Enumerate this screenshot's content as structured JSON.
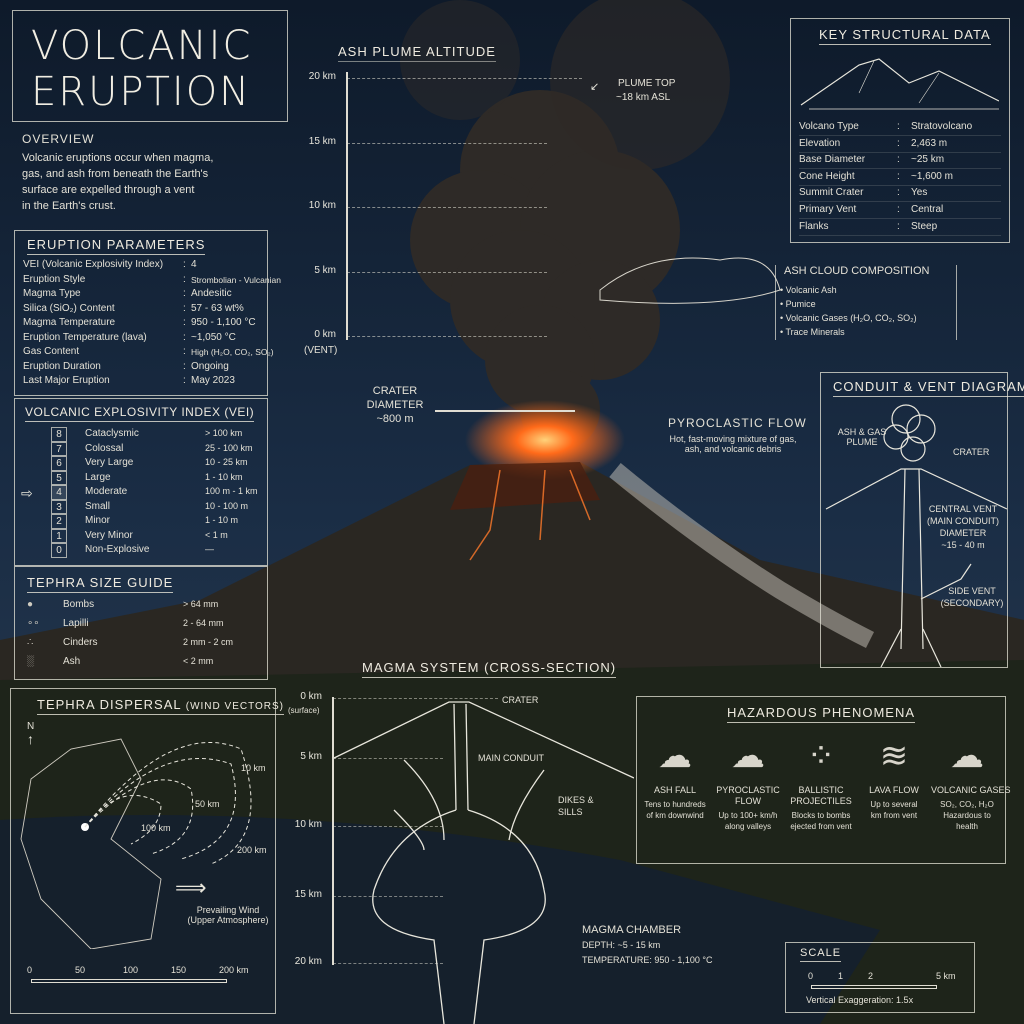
{
  "title": {
    "line1": "VOLCANIC",
    "line2": "ERUPTION"
  },
  "overview": {
    "heading": "OVERVIEW",
    "text": [
      "Volcanic eruptions occur when magma,",
      "gas, and ash from beneath the Earth's",
      "surface are expelled through a vent",
      "in the Earth's crust."
    ]
  },
  "eruption_parameters": {
    "heading": "ERUPTION PARAMETERS",
    "rows": [
      {
        "label": "VEI (Volcanic Explosivity Index)",
        "value": "4"
      },
      {
        "label": "Eruption Style",
        "value": "Strombolian - Vulcanian"
      },
      {
        "label": "Magma Type",
        "value": "Andesitic"
      },
      {
        "label": "Silica (SiO₂) Content",
        "value": "57 - 63 wt%"
      },
      {
        "label": "Magma Temperature",
        "value": "950 - 1,100 °C"
      },
      {
        "label": "Eruption Temperature (lava)",
        "value": "~1,050 °C"
      },
      {
        "label": "Gas Content",
        "value": "High (H₂O, CO₂, SO₂)"
      },
      {
        "label": "Eruption Duration",
        "value": "Ongoing"
      },
      {
        "label": "Last Major Eruption",
        "value": "May 2023"
      }
    ]
  },
  "vei": {
    "heading": "VOLCANIC EXPLOSIVITY INDEX (VEI)",
    "current": 4,
    "rows": [
      {
        "n": "8",
        "name": "Cataclysmic",
        "value": "> 100 km"
      },
      {
        "n": "7",
        "name": "Colossal",
        "value": "25 - 100 km"
      },
      {
        "n": "6",
        "name": "Very Large",
        "value": "10 - 25 km"
      },
      {
        "n": "5",
        "name": "Large",
        "value": "1 - 10 km"
      },
      {
        "n": "4",
        "name": "Moderate",
        "value": "100 m - 1 km"
      },
      {
        "n": "3",
        "name": "Small",
        "value": "10 - 100 m"
      },
      {
        "n": "2",
        "name": "Minor",
        "value": "1 - 10 m"
      },
      {
        "n": "1",
        "name": "Very Minor",
        "value": "< 1 m"
      },
      {
        "n": "0",
        "name": "Non-Explosive",
        "value": "—"
      }
    ]
  },
  "tephra": {
    "heading": "TEPHRA SIZE GUIDE",
    "rows": [
      {
        "name": "Bombs",
        "value": "> 64 mm"
      },
      {
        "name": "Lapilli",
        "value": "2 - 64 mm"
      },
      {
        "name": "Cinders",
        "value": "2 mm - 2 cm"
      },
      {
        "name": "Ash",
        "value": "< 2 mm"
      }
    ]
  },
  "plume": {
    "heading": "ASH PLUME ALTITUDE",
    "ticks": [
      "20 km",
      "15 km",
      "10 km",
      "5 km",
      "0 km"
    ],
    "vent": "(VENT)",
    "top_label": "PLUME TOP",
    "top_value": "~18 km ASL"
  },
  "crater": {
    "label1": "CRATER",
    "label2": "DIAMETER",
    "value": "~800 m"
  },
  "pyroclastic": {
    "heading": "PYROCLASTIC FLOW",
    "text": [
      "Hot, fast-moving mixture of gas,",
      "ash, and volcanic debris"
    ]
  },
  "structural": {
    "heading": "KEY STRUCTURAL DATA",
    "rows": [
      {
        "label": "Volcano Type",
        "value": "Stratovolcano"
      },
      {
        "label": "Elevation",
        "value": "2,463 m"
      },
      {
        "label": "Base Diameter",
        "value": "~25 km"
      },
      {
        "label": "Cone Height",
        "value": "~1,600 m"
      },
      {
        "label": "Summit Crater",
        "value": "Yes"
      },
      {
        "label": "Primary Vent",
        "value": "Central"
      },
      {
        "label": "Flanks",
        "value": "Steep"
      }
    ]
  },
  "ash_cloud": {
    "heading": "ASH CLOUD COMPOSITION",
    "items": [
      "Volcanic Ash",
      "Pumice",
      "Volcanic Gases (H₂O, CO₂, SO₂)",
      "Trace Minerals"
    ]
  },
  "conduit": {
    "heading": "CONDUIT & VENT DIAGRAM",
    "plume": [
      "ASH & GAS",
      "PLUME"
    ],
    "crater": "CRATER",
    "central": [
      "CENTRAL VENT",
      "(MAIN CONDUIT)",
      "DIAMETER",
      "~15 - 40 m"
    ],
    "side": [
      "SIDE VENT",
      "(SECONDARY)"
    ]
  },
  "dispersal": {
    "heading": "TEPHRA DISPERSAL",
    "heading_sub": "(WIND VECTORS)",
    "north": "N",
    "rings": [
      "10 km",
      "50 km",
      "100 km",
      "200 km"
    ],
    "wind": [
      "Prevailing Wind",
      "(Upper Atmosphere)"
    ],
    "scale": [
      "0",
      "50",
      "100",
      "150",
      "200 km"
    ]
  },
  "magma": {
    "heading": "MAGMA SYSTEM (CROSS-SECTION)",
    "ticks": [
      "0 km",
      "5 km",
      "10 km",
      "15 km",
      "20 km"
    ],
    "surface": "(surface)",
    "crater": "CRATER",
    "conduit": "MAIN CONDUIT",
    "dikes": [
      "DIKES &",
      "SILLS"
    ],
    "chamber": "MAGMA CHAMBER",
    "depth": "DEPTH: ~5 - 15 km",
    "temperature": "TEMPERATURE: 950 - 1,100 °C"
  },
  "hazards": {
    "heading": "HAZARDOUS PHENOMENA",
    "items": [
      {
        "name": [
          "ASH FALL"
        ],
        "desc": [
          "Tens to hundreds",
          "of km downwind"
        ]
      },
      {
        "name": [
          "PYROCLASTIC",
          "FLOW"
        ],
        "desc": [
          "Up to 100+ km/h",
          "along valleys"
        ]
      },
      {
        "name": [
          "BALLISTIC",
          "PROJECTILES"
        ],
        "desc": [
          "Blocks to bombs",
          "ejected from vent"
        ]
      },
      {
        "name": [
          "LAVA FLOW"
        ],
        "desc": [
          "Up to several",
          "km from vent"
        ]
      },
      {
        "name": [
          "VOLCANIC GASES"
        ],
        "desc": [
          "SO₂, CO₂, H₂O",
          "Hazardous to",
          "health"
        ]
      }
    ]
  },
  "scale": {
    "heading": "SCALE",
    "ticks": [
      "0",
      "1",
      "2",
      "5 km"
    ],
    "exaggeration": "Vertical Exaggeration: 1.5x"
  },
  "colors": {
    "sky": "#14243a",
    "lava": "#ff6a1a",
    "chalk": "#e8e6dc",
    "ground": "#1c2218"
  }
}
